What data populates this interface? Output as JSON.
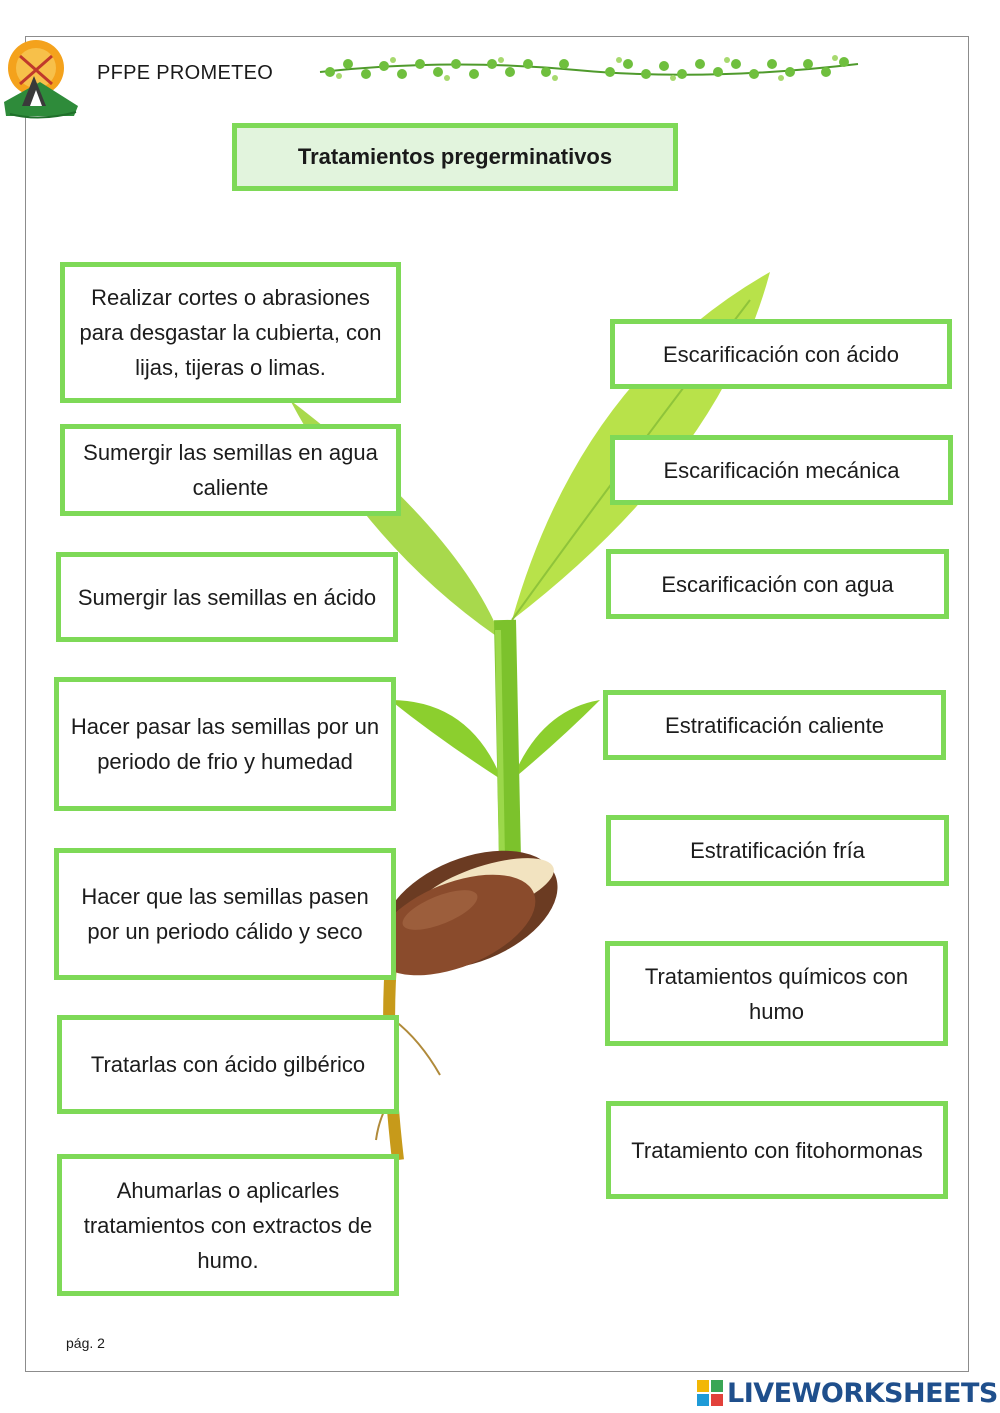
{
  "header": {
    "school_name": "PFPE PROMETEO",
    "title": "Tratamientos pregerminativos"
  },
  "left_cards": [
    {
      "text": "Realizar cortes o abrasiones para desgastar la cubierta, con lijas, tijeras o limas."
    },
    {
      "text": "Sumergir las semillas en agua caliente"
    },
    {
      "text": "Sumergir las semillas en ácido"
    },
    {
      "text": "Hacer pasar las semillas por un periodo de frio y humedad"
    },
    {
      "text": "Hacer que las semillas pasen por un periodo cálido y seco"
    },
    {
      "text": "Tratarlas con ácido gilbérico"
    },
    {
      "text": "Ahumarlas o aplicarles tratamientos con extractos de humo."
    }
  ],
  "right_cards": [
    {
      "text": "Escarificación con ácido"
    },
    {
      "text": "Escarificación mecánica"
    },
    {
      "text": "Escarificación con agua"
    },
    {
      "text": "Estratificación caliente"
    },
    {
      "text": "Estratificación fría"
    },
    {
      "text": "Tratamientos químicos con humo"
    },
    {
      "text": "Tratamiento con fitohormonas"
    }
  ],
  "footer": {
    "page_number": "pág. 2",
    "brand": "LIVEWORKSHEETS"
  },
  "colors": {
    "card_border": "#7ed957",
    "title_background": "#e2f4dd",
    "brand_blue": "#1f4f8c"
  }
}
